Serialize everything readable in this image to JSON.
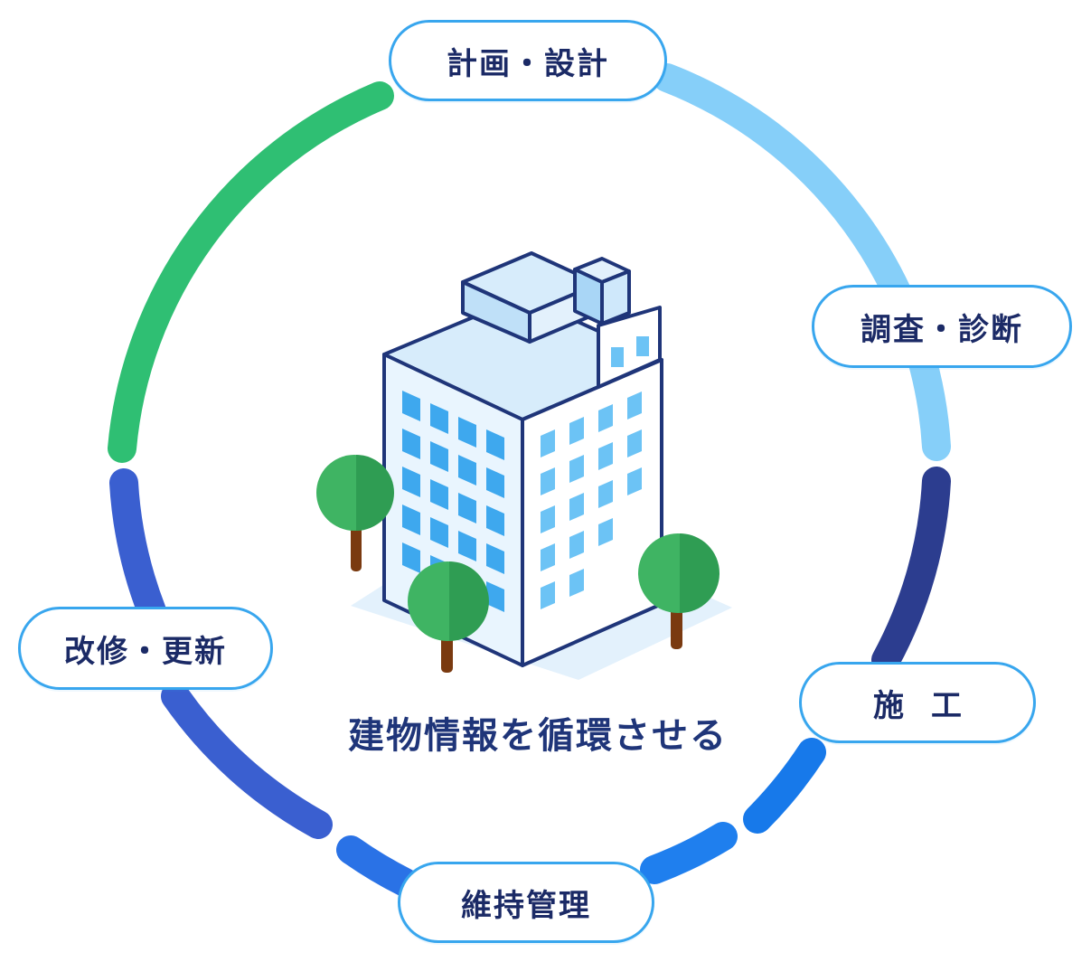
{
  "stages": {
    "plan_design": "計画・設計",
    "survey_diagnosis": "調査・診断",
    "construction": "施工",
    "maintenance": "維持管理",
    "renovation_update": "改修・更新"
  },
  "center_caption": "建物情報を循環させる",
  "colors": {
    "pill_border": "#38a6ee",
    "label_text": "#1b2a66",
    "caption_text": "#1f3579",
    "arc_green": "#2fbf73",
    "arc_light_blue": "#86cff9",
    "arc_navy": "#2c3d8f",
    "arc_blue": "#1779ea",
    "arc_royal_blue": "#3a5fd0",
    "tree_green": "#3fb463",
    "trunk_brown": "#7a3a10",
    "building_window": "#3ea8ee"
  },
  "icons": {
    "center": "office-building-with-trees-icon"
  }
}
